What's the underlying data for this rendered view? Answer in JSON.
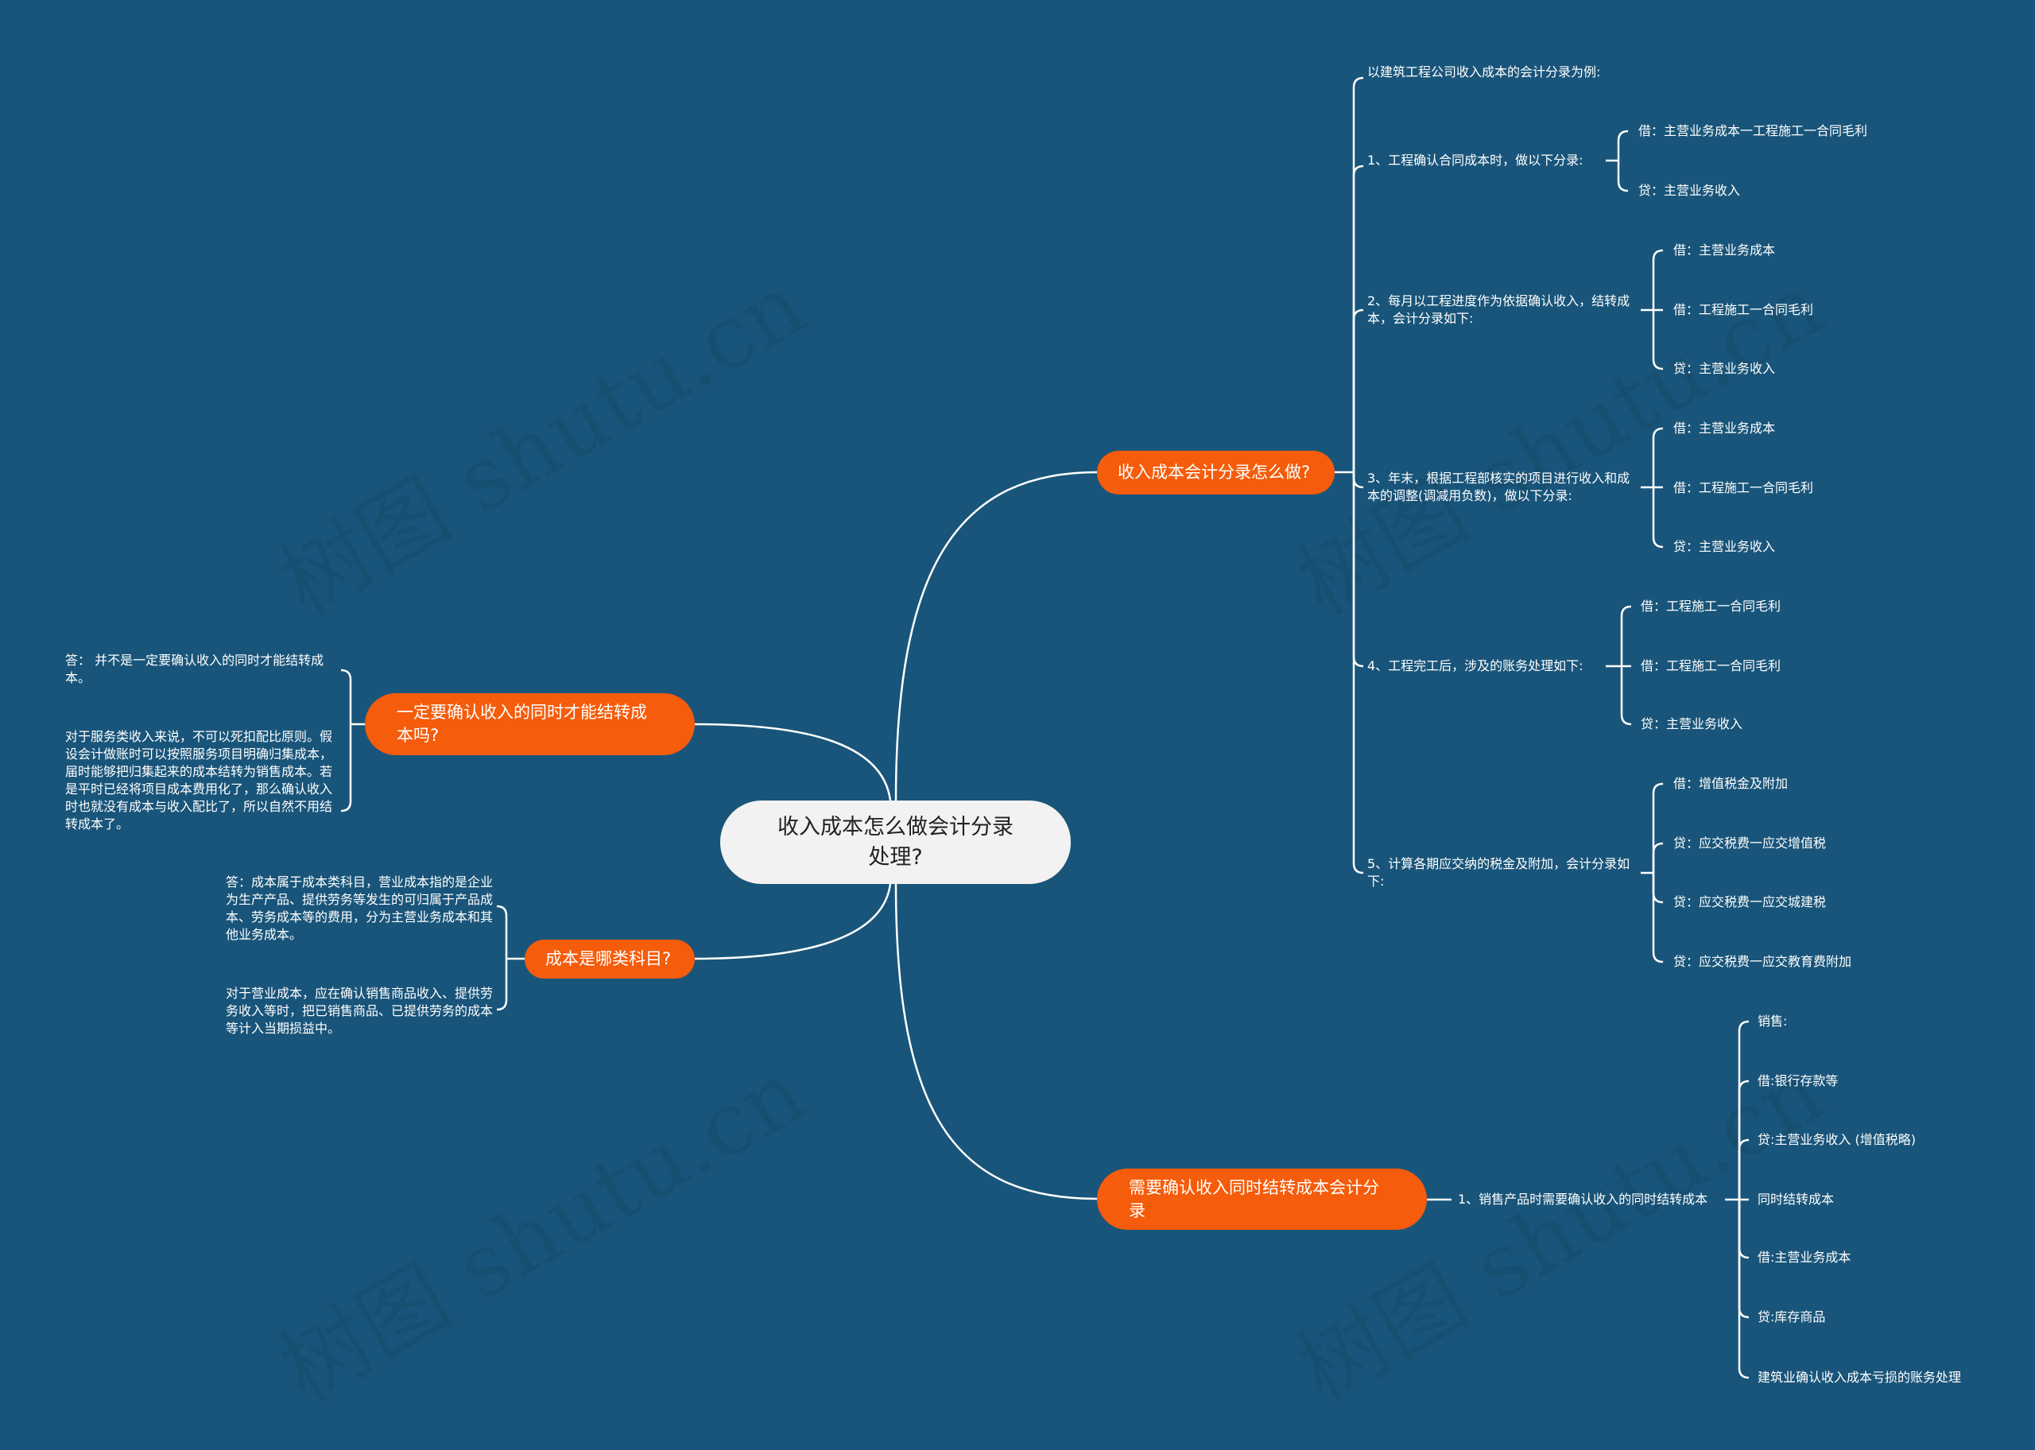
{
  "watermark": "树图 shutu.cn",
  "center": {
    "title": "收入成本怎么做会计分录处理?"
  },
  "right1": {
    "label": "收入成本会计分录怎么做?",
    "items": [
      {
        "text": "以建筑工程公司收入成本的会计分录为例:",
        "children": []
      },
      {
        "text": "1、工程确认合同成本时，做以下分录:",
        "children": [
          "借：主营业务成本一工程施工一合同毛利",
          "贷：主营业务收入"
        ]
      },
      {
        "text": "2、每月以工程进度作为依据确认收入，结转成本，会计分录如下:",
        "children": [
          "借：主营业务成本",
          "借：工程施工一合同毛利",
          "贷：主营业务收入"
        ]
      },
      {
        "text": "3、年末，根据工程部核实的项目进行收入和成本的调整(调减用负数)，做以下分录:",
        "children": [
          "借：主营业务成本",
          "借：工程施工一合同毛利",
          "贷：主营业务收入"
        ]
      },
      {
        "text": "4、工程完工后，涉及的账务处理如下:",
        "children": [
          "借：工程施工一合同毛利",
          "借：工程施工一合同毛利",
          "贷：主营业务收入"
        ]
      },
      {
        "text": "5、计算各期应交纳的税金及附加，会计分录如下:",
        "children": [
          "借：增值税金及附加",
          "贷：应交税费一应交增值税",
          "贷：应交税费一应交城建税",
          "贷：应交税费一应交教育费附加"
        ]
      }
    ]
  },
  "right2": {
    "label": "需要确认收入同时结转成本会计分录",
    "item": "1、销售产品时需要确认收入的同时结转成本",
    "children": [
      "销售:",
      "借:银行存款等",
      "贷:主营业务收入 (增值税略)",
      "同时结转成本",
      "借:主营业务成本",
      "贷:库存商品",
      "建筑业确认收入成本亏损的账务处理"
    ]
  },
  "left1": {
    "label": "一定要确认收入的同时才能结转成本吗?",
    "answers": [
      "答：  并不是一定要确认收入的同时才能结转成本。",
      "对于服务类收入来说，不可以死扣配比原则。假设会计做账时可以按照服务项目明确归集成本，届时能够把归集起来的成本结转为销售成本。若是平时已经将项目成本费用化了，那么确认收入时也就没有成本与收入配比了，所以自然不用结转成本了。"
    ]
  },
  "left2": {
    "label": "成本是哪类科目?",
    "answers": [
      "答：成本属于成本类科目，营业成本指的是企业为生产产品、提供劳务等发生的可归属于产品成本、劳务成本等的费用，分为主营业务成本和其他业务成本。",
      "对于营业成本，应在确认销售商品收入、提供劳务收入等时，把已销售商品、已提供劳务的成本等计入当期损益中。"
    ]
  },
  "colors": {
    "background": "#19557a",
    "branch": "#f55c0b",
    "center": "#f2f2f2",
    "line": "#ffffff"
  }
}
